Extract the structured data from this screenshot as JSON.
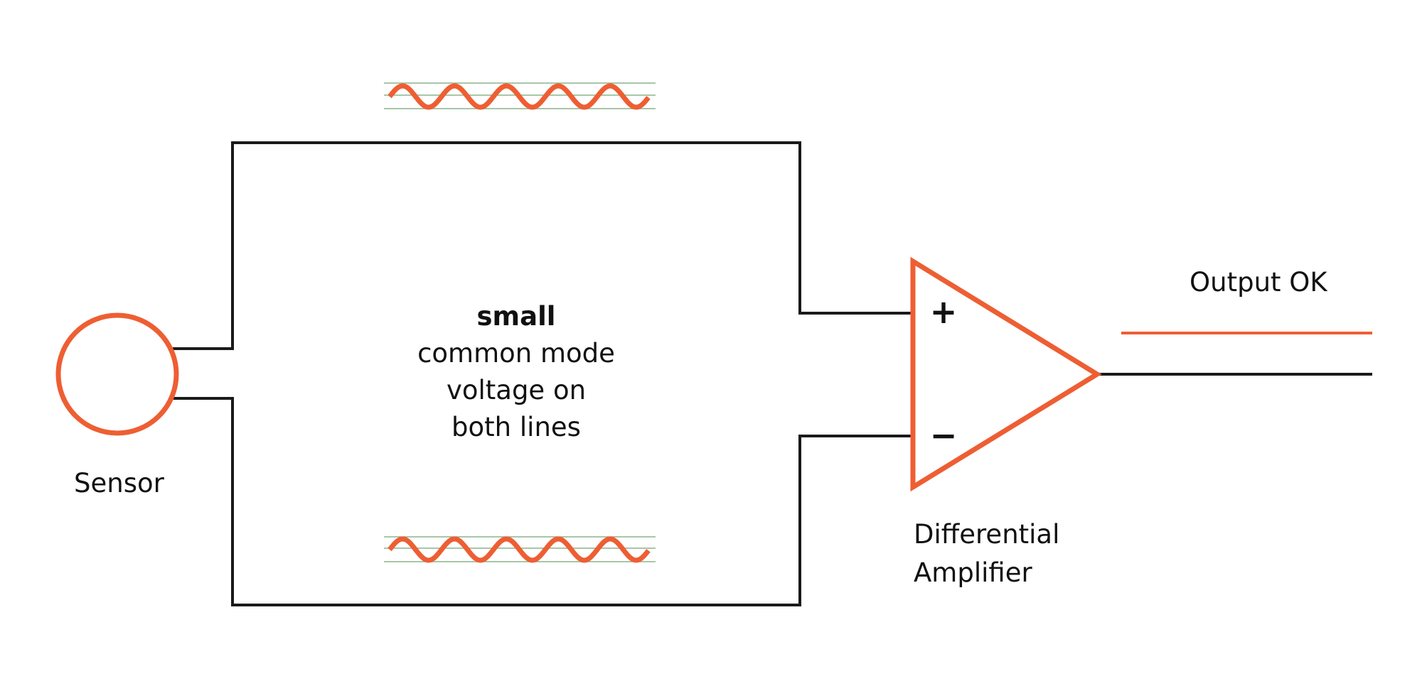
{
  "diagram": {
    "colors": {
      "accent": "#EE5E33",
      "wire": "#1a1a1a",
      "guide": "#8bb48b",
      "background": "#ffffff"
    },
    "sensor_label": "Sensor",
    "noise_text": {
      "emphasis": "small",
      "line1": "common mode",
      "line2": "voltage on",
      "line3": "both lines"
    },
    "amplifier": {
      "plus": "+",
      "minus": "−",
      "label_line1": "Differential",
      "label_line2": "Amplifier"
    },
    "output_label": "Output OK"
  }
}
